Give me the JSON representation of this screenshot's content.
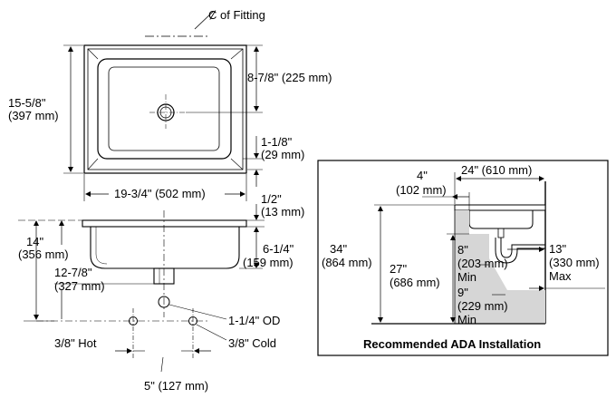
{
  "plan": {
    "centerline_fitting": "Ȼ of Fitting",
    "depth_to_drain": "8-7/8\" (225 mm)",
    "overall_depth_in": "15-5/8\"",
    "overall_depth_mm": "(397 mm)",
    "rim_width_in": "1-1/8\"",
    "rim_width_mm": "(29 mm)",
    "overall_width": "19-3/4\" (502 mm)"
  },
  "elevation": {
    "rim_thickness_in": "1/2\"",
    "rim_thickness_mm": "(13 mm)",
    "total_height_in": "14\"",
    "total_height_mm": "(356 mm)",
    "bowl_depth_in": "6-1/4\"",
    "bowl_depth_mm": "(159 mm)",
    "drain_height_in": "12-7/8\"",
    "drain_height_mm": "(327 mm)",
    "drain_od": "1-1/4\" OD",
    "hot": "3/8\" Hot",
    "cold": "3/8\" Cold",
    "supply_spacing": "5\" (127 mm)"
  },
  "ada": {
    "title": "Recommended ADA Installation",
    "counter_width": "24\" (610 mm)",
    "setback_in": "4\"",
    "setback_mm": "(102 mm)",
    "counter_height_in": "34\"",
    "counter_height_mm": "(864 mm)",
    "knee_height_in": "27\"",
    "knee_height_mm": "(686 mm)",
    "knee_depth_min_in": "8\"",
    "knee_depth_min_mm": "(203 mm)",
    "min1": "Min",
    "toe_depth_min_in": "9\"",
    "toe_depth_min_mm": "(229 mm)",
    "min2": "Min",
    "max_depth_in": "13\"",
    "max_depth_mm": "(330 mm)",
    "max": "Max"
  }
}
